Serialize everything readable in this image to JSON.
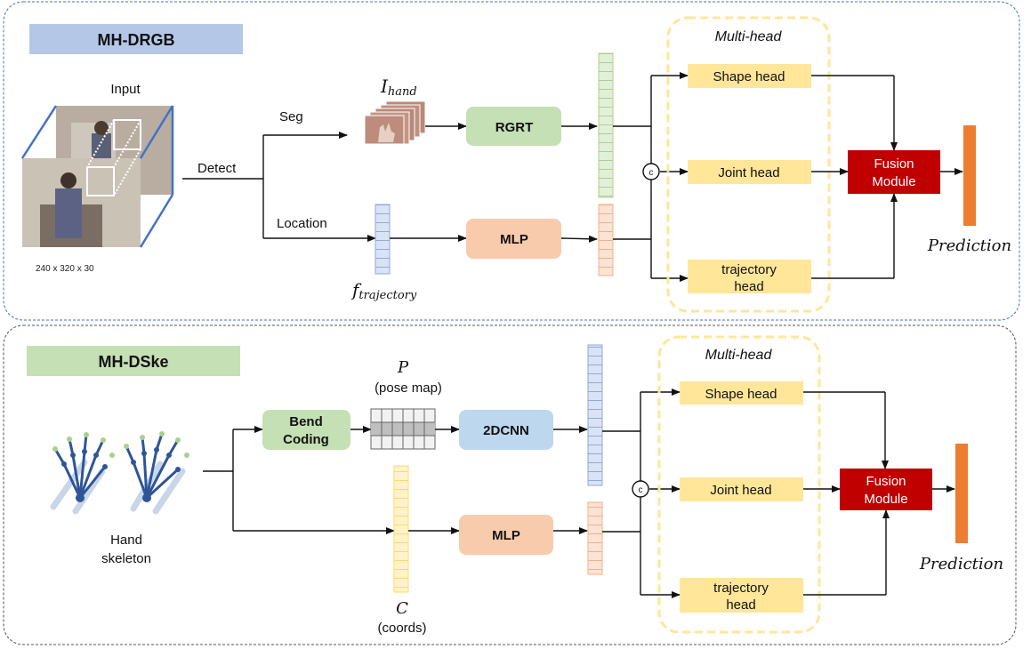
{
  "top": {
    "title": "MH-DRGB",
    "input_label": "Input",
    "input_size": "240 x 320 x 30",
    "detect": "Detect",
    "seg": "Seg",
    "location": "Location",
    "i_hand": "I",
    "i_hand_sub": "hand",
    "f_traj": "f",
    "f_traj_sub": "trajectory",
    "rgrt": "RGRT",
    "mlp": "MLP",
    "concat": "c",
    "multi_head": "Multi-head",
    "shape_head": "Shape head",
    "joint_head": "Joint head",
    "traj_head_l1": "trajectory",
    "traj_head_l2": "head",
    "fusion_l1": "Fusion",
    "fusion_l2": "Module",
    "prediction": "Prediction"
  },
  "bottom": {
    "title": "MH-DSke",
    "hand_l1": "Hand",
    "hand_l2": "skeleton",
    "bend_l1": "Bend",
    "bend_l2": "Coding",
    "p_symbol": "P",
    "p_desc": "(pose map)",
    "cnn": "2DCNN",
    "mlp": "MLP",
    "c_symbol": "C",
    "c_desc": "(coords)",
    "concat": "c",
    "multi_head": "Multi-head",
    "shape_head": "Shape head",
    "joint_head": "Joint head",
    "traj_head_l1": "trajectory",
    "traj_head_l2": "head",
    "fusion_l1": "Fusion",
    "fusion_l2": "Module",
    "prediction": "Prediction"
  },
  "colors": {
    "title_top_bg": "#b4c7e7",
    "title_bottom_bg": "#c5e0b4",
    "rgrt": "#c5e0b4",
    "mlp": "#f8cbad",
    "cnn": "#bdd7ee",
    "head": "#ffe699",
    "fusion": "#c00000",
    "prediction": "#ed7d31",
    "multihead_border": "#ffe699"
  }
}
